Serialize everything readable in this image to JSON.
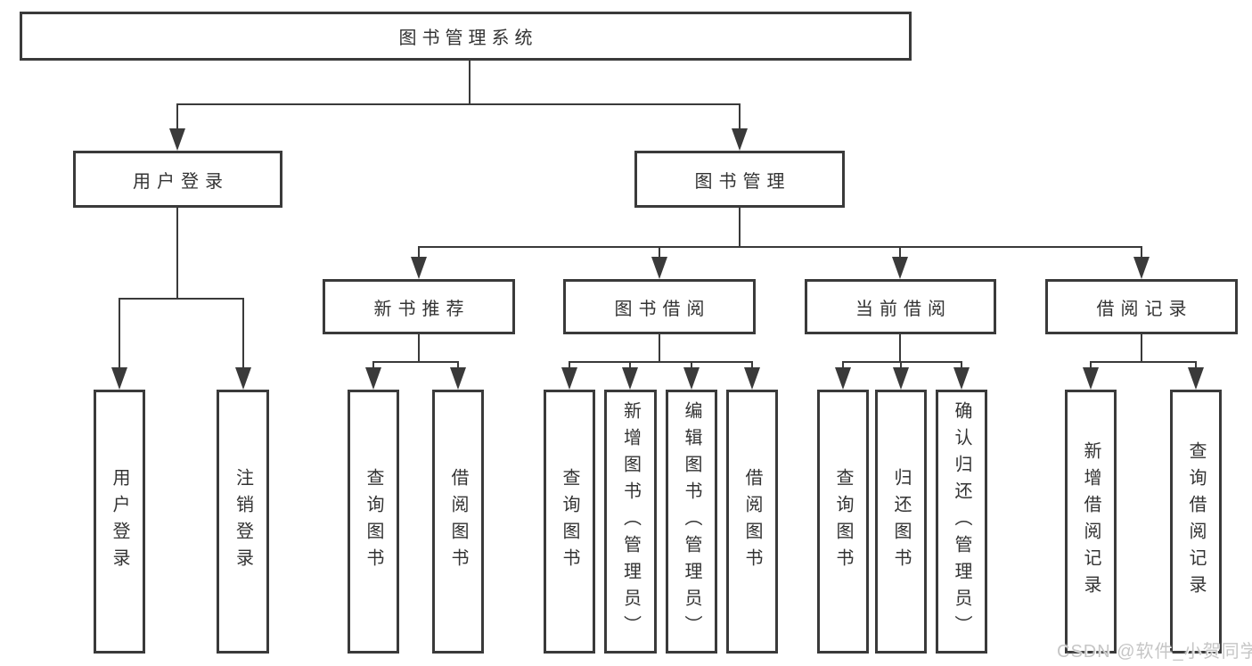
{
  "diagram": {
    "root": "图书管理系统",
    "level2": {
      "user_login": "用户登录",
      "book_management": "图书管理"
    },
    "level3": {
      "new_book_recommend": "新书推荐",
      "book_borrow": "图书借阅",
      "current_borrow": "当前借阅",
      "borrow_record": "借阅记录"
    },
    "leaves": {
      "user_login": "用户登录",
      "logout": "注销登录",
      "query_books_recommend": "查询图书",
      "borrow_books_recommend": "借阅图书",
      "query_books_borrow": "查询图书",
      "add_books_admin": "新增图书（管理员）",
      "edit_books_admin": "编辑图书（管理员）",
      "borrow_books_borrow": "借阅图书",
      "query_books_current": "查询图书",
      "return_books": "归还图书",
      "confirm_return_admin": "确认归还（管理员）",
      "add_borrow_record": "新增借阅记录",
      "query_borrow_record": "查询借阅记录"
    }
  },
  "watermark": "CSDN @软件_小贺同学",
  "colors": {
    "line": "#3a3a3a",
    "text": "#333333",
    "watermark": "#c6c6c6",
    "background": "#ffffff"
  }
}
